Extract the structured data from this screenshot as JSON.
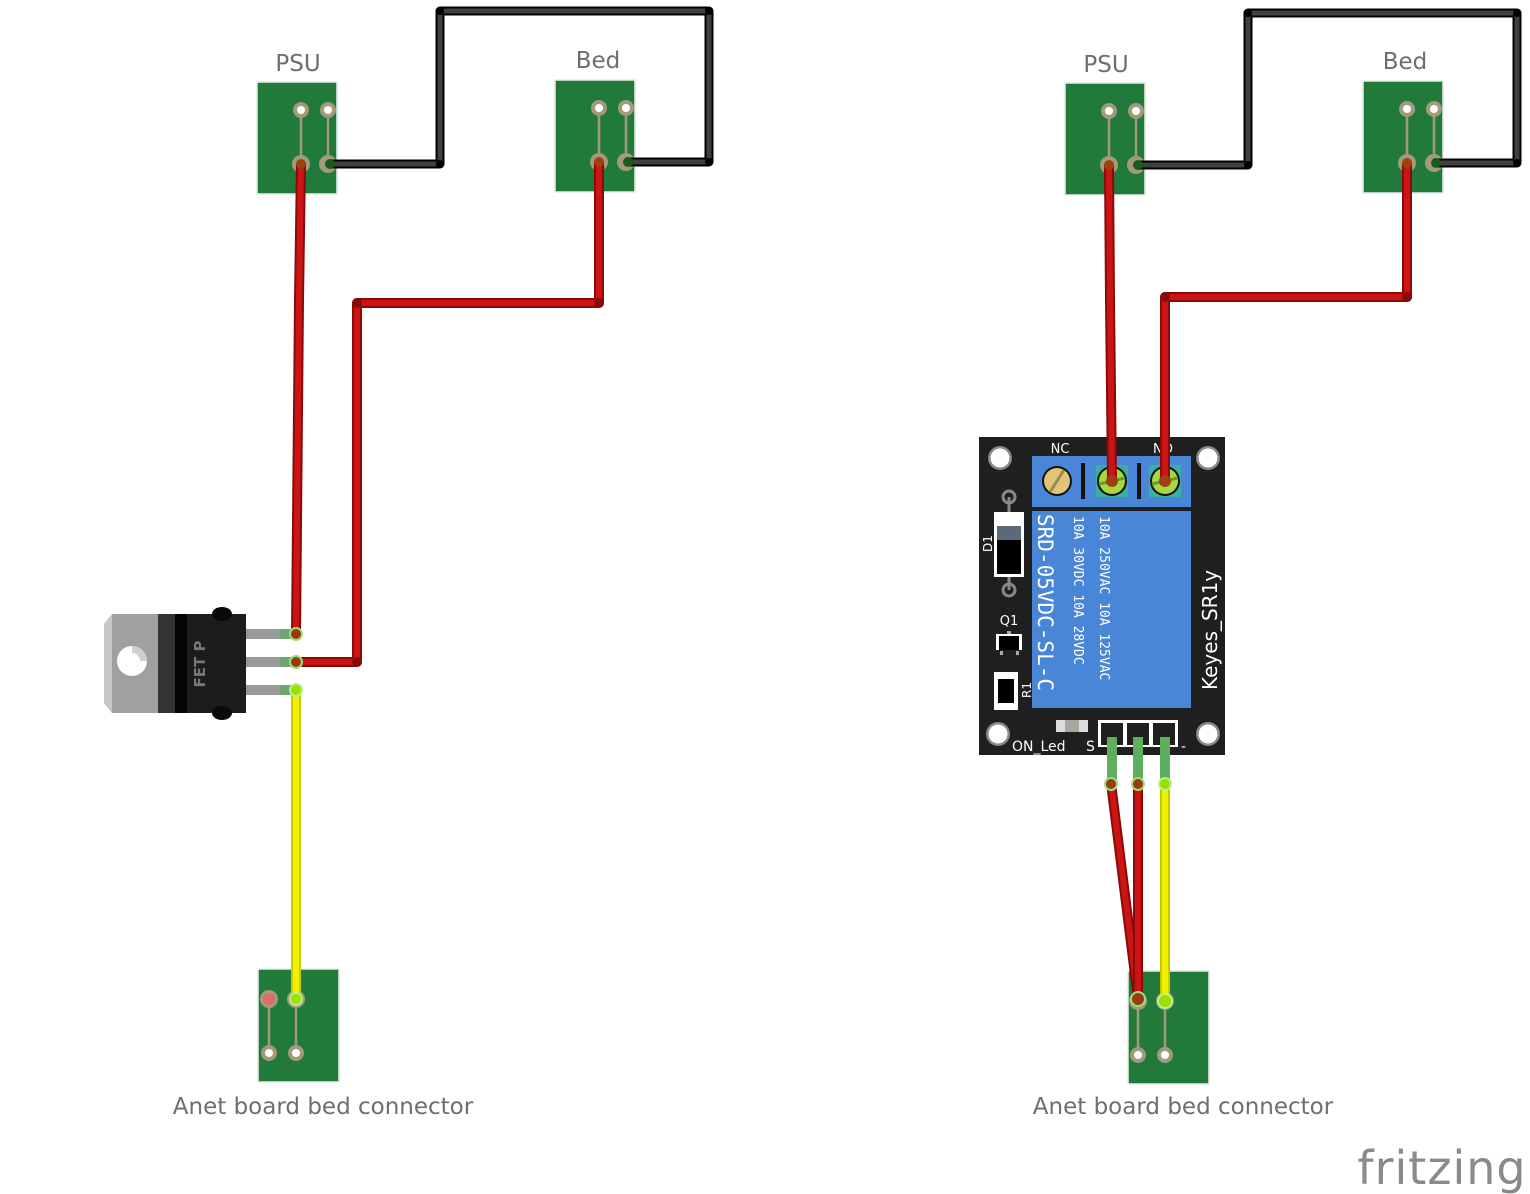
{
  "labels": {
    "left_psu": "PSU",
    "left_bed": "Bed",
    "left_anet": "Anet board bed connector",
    "right_psu": "PSU",
    "right_bed": "Bed",
    "right_anet": "Anet board bed connector",
    "logo": "fritzing"
  },
  "mosfet": {
    "marking": "FET P"
  },
  "relay": {
    "terminal_nc": "NC",
    "terminal_no": "NO",
    "diode_label": "D1",
    "transistor_label": "Q1",
    "resistor_label": "R1",
    "rating_line1": "10A 250VAC  10A 125VAC",
    "rating_line2": "10A  30VDC  10A  28VDC",
    "model": "SRD-05VDC-SL-C",
    "brand": "Keyes_SR1y",
    "led_label": "ON_Led",
    "pin_s": "S",
    "pin_minus": "-"
  },
  "colors": {
    "pcb_green": "#217a3a",
    "wire_red": "#cc1414",
    "wire_black": "#404040",
    "wire_yellow": "#f2f200",
    "relay_blue": "#4a86d8",
    "board_black": "#1f1f1f"
  }
}
